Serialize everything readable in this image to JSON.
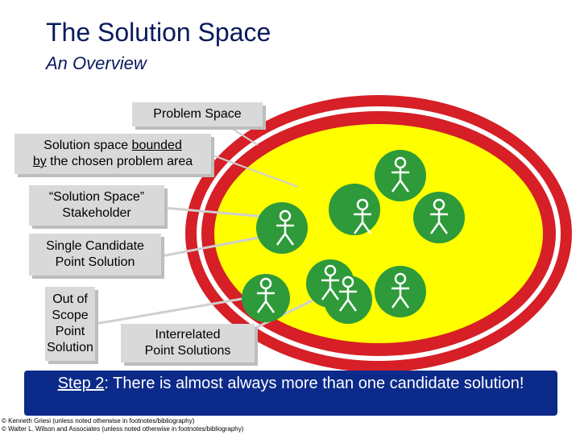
{
  "title": "The Solution Space",
  "subtitle": "An Overview",
  "labels": {
    "problem_space": "Problem Space",
    "bounded_pre": "Solution space ",
    "bounded_u1": "bounded",
    "bounded_u2": "by",
    "bounded_post": " the chosen problem area",
    "stakeholder_line1": "“Solution Space”",
    "stakeholder_line2": "Stakeholder",
    "single_candidate_line1": "Single Candidate",
    "single_candidate_line2": "Point Solution",
    "out_of_scope_1": "Out of",
    "out_of_scope_2": "Scope",
    "out_of_scope_3": "Point",
    "out_of_scope_4": "Solution",
    "interrelated_line1": "Interrelated",
    "interrelated_line2": "Point Solutions"
  },
  "banner": {
    "step": "Step 2",
    "rest": ": There is almost always more than one candidate solution!"
  },
  "footer": {
    "line1": "© Kenneth Griesi (unless noted otherwise in footnotes/bibliography)",
    "line2": "© Walter L. Wilson and Associates (unless noted otherwise in footnotes/bibliography)"
  },
  "colors": {
    "title": "#0a1a5c",
    "ring_red": "#d61f26",
    "solution_yellow": "#ffff00",
    "circle_green": "#2e9a3a",
    "banner_blue": "#0b2a8a",
    "callout_gray": "#d9d9d9"
  }
}
